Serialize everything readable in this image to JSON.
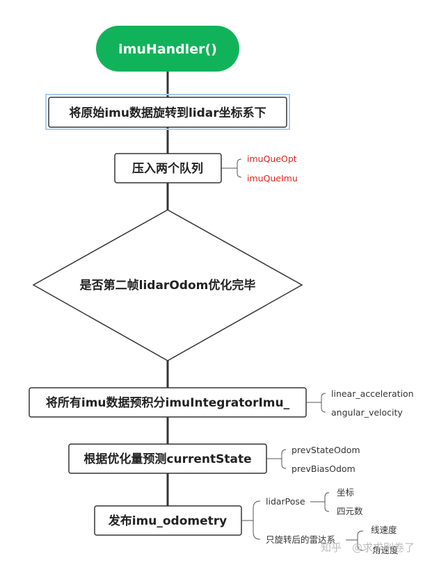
{
  "colors": {
    "start_fill": "#11b35a",
    "start_text": "#ffffff",
    "box_border": "#333333",
    "highlight_border": "#a8cdf0",
    "note_red": "#e2231a",
    "watermark": "#bdbdbd"
  },
  "flow": {
    "start": "imuHandler()",
    "step1": "将原始imu数据旋转到lidar坐标系下",
    "step2": "压入两个队列",
    "decision": "是否第二帧lidarOdom优化完毕",
    "step3": "将所有imu数据预积分imuIntegratorImu_",
    "step4": "根据优化量预测currentState",
    "step5": "发布imu_odometry"
  },
  "notes": {
    "queues": [
      "imuQueOpt",
      "imuQueImu"
    ],
    "integrate": [
      "linear_acceleration",
      "angular_velocity"
    ],
    "predict": [
      "prevStateOdom",
      "prevBiasOdom"
    ],
    "publish": [
      "lidarPose",
      "只旋转后的雷达系"
    ],
    "lidar_pose": [
      "坐标",
      "四元数"
    ],
    "rotated": [
      "线速度",
      "角速度"
    ]
  },
  "watermark": {
    "logo": "知乎",
    "text": "@求求别卷了"
  }
}
